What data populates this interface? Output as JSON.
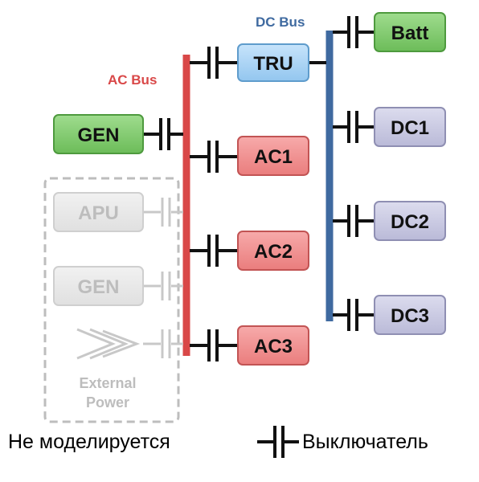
{
  "buses": {
    "ac": {
      "label": "AC Bus",
      "color": "#d94848"
    },
    "dc": {
      "label": "DC Bus",
      "color": "#3f6aa0"
    }
  },
  "boxes": {
    "gen_main": "GEN",
    "tru": "TRU",
    "ac1": "AC1",
    "ac2": "AC2",
    "ac3": "AC3",
    "batt": "Batt",
    "dc1": "DC1",
    "dc2": "DC2",
    "dc3": "DC3",
    "apu": "APU",
    "gen_ext": "GEN",
    "external_power_line1": "External",
    "external_power_line2": "Power"
  },
  "legend": {
    "not_modeled": "Не моделируется",
    "switch": "Выключатель"
  },
  "colors": {
    "green_fill": "#7dc86a",
    "green_stroke": "#4e9a3e",
    "blue_fill": "#a9d3f5",
    "blue_stroke": "#5f9ccc",
    "red_fill": "#f08e8e",
    "red_stroke": "#c25454",
    "purple_fill": "#c9c9e2",
    "purple_stroke": "#8f8fb3",
    "grey_fill": "#e8e8e8",
    "grey_stroke": "#c8c8c8",
    "grey_text": "#bdbdbd"
  }
}
